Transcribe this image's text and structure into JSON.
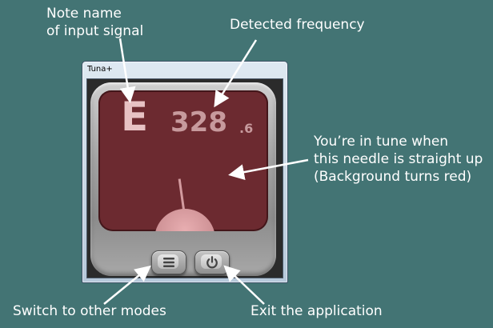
{
  "window": {
    "title": "Tuna+"
  },
  "tuner": {
    "note": "E",
    "frequency_whole": "328",
    "frequency_decimal": ".6",
    "screen_color": "#6c2a30"
  },
  "buttons": {
    "modes_icon": "menu-icon",
    "exit_icon": "power-icon"
  },
  "callouts": {
    "note_name_line1": "Note name",
    "note_name_line2": "of input signal",
    "detected_frequency": "Detected frequency",
    "in_tune_line1": "You’re in tune when",
    "in_tune_line2": "this needle is straight up",
    "in_tune_line3": "(Background turns red)",
    "switch_modes": "Switch to other modes",
    "exit_app": "Exit the application"
  }
}
